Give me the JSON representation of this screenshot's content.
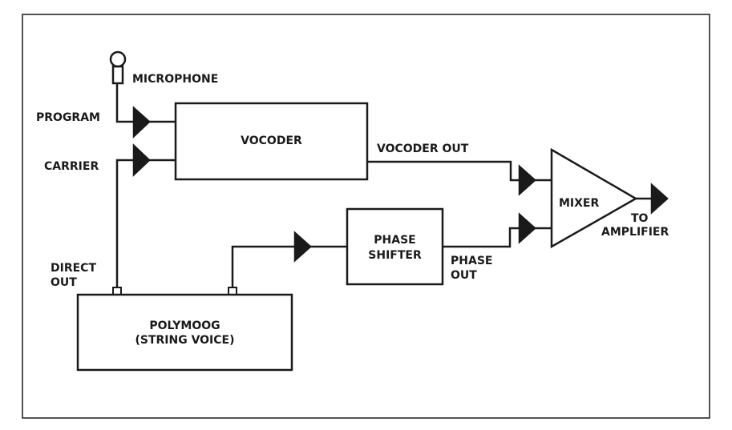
{
  "labels": {
    "microphone": "MICROPHONE",
    "program": "PROGRAM",
    "carrier": "CARRIER",
    "vocoder": "VOCODER",
    "vocoder_out": "VOCODER OUT",
    "mixer": "MIXER",
    "to": "TO",
    "amplifier": "AMPLIFIER",
    "phase_shifter_1": "PHASE",
    "phase_shifter_2": "SHIFTER",
    "phase_out_1": "PHASE",
    "phase_out_2": "OUT",
    "direct_out_1": "DIRECT",
    "direct_out_2": "OUT",
    "polymoog_1": "POLYMOOG",
    "polymoog_2": "(STRING VOICE)"
  },
  "colors": {
    "ink": "#1a1a1a",
    "background": "#ffffff"
  }
}
